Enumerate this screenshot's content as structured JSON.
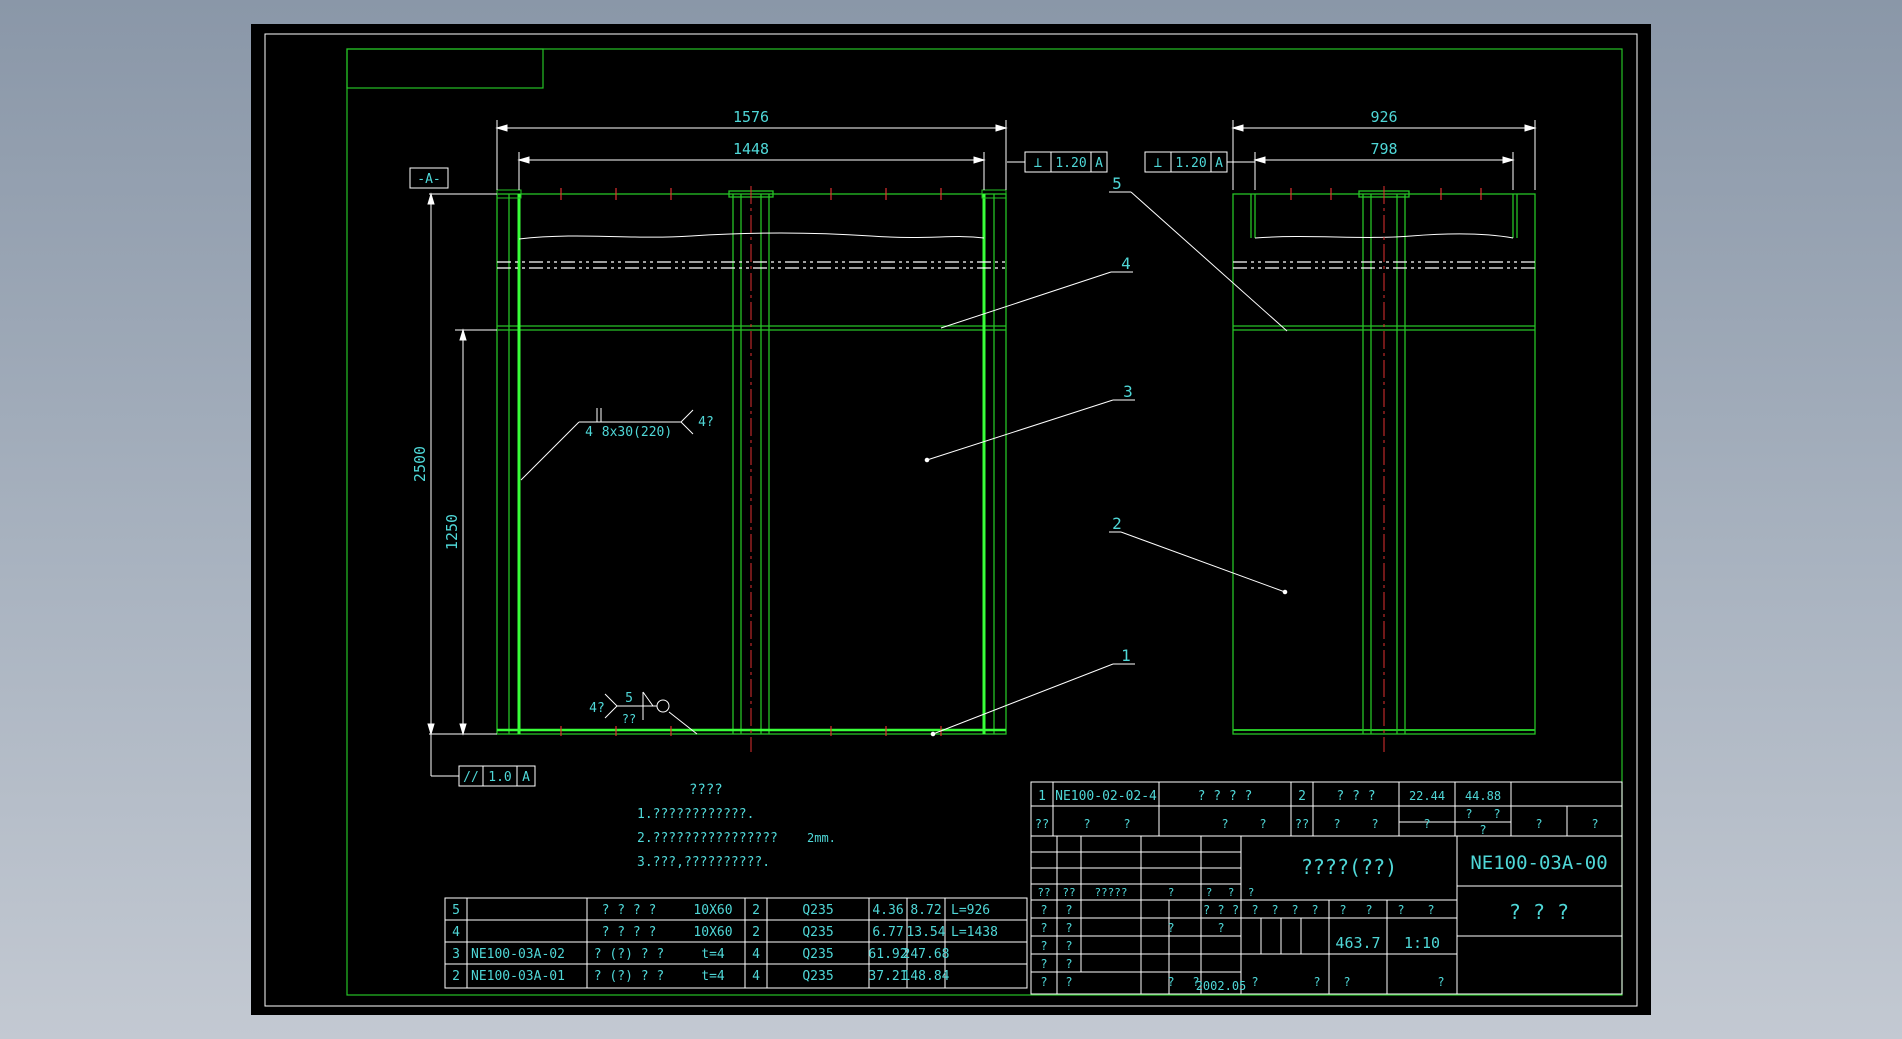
{
  "colors": {
    "outline": "#26c226",
    "bright": "#39ff39",
    "dimension": "#ffffff",
    "text": "#4fd7d7",
    "centerline": "#e03030",
    "background": "#000000"
  },
  "datum_label": "-A-",
  "dimensions": {
    "front_overall": "1576",
    "front_inner": "1448",
    "side_overall": "926",
    "side_inner": "798",
    "height_total": "2500",
    "height_half": "1250"
  },
  "tolerances": {
    "front_perp": {
      "symbol": "⊥",
      "value": "1.20",
      "datum": "A"
    },
    "side_perp": {
      "symbol": "⊥",
      "value": "1.20",
      "datum": "A"
    },
    "parallel": {
      "symbol": "//",
      "value": "1.0",
      "datum": "A"
    }
  },
  "balloons": [
    "1",
    "2",
    "3",
    "4",
    "5"
  ],
  "weld_notes": {
    "fillet": "8x30(220)",
    "fillet_prefix": "4",
    "fillet_suffix": "4?",
    "groove_left": "4?",
    "groove_top": "5",
    "groove_bottom": "??"
  },
  "notes": {
    "title": "????",
    "items": [
      "1.????????????.",
      "2.????????????????",
      "3.???,??????????."
    ],
    "item2_value": "2mm."
  },
  "bom_rows": [
    {
      "no": "5",
      "code": "",
      "name": "? ? ? ?",
      "spec": "10X60",
      "qty": "2",
      "material": "Q235",
      "unit_wt": "4.36",
      "total_wt": "8.72",
      "remark": "L=926"
    },
    {
      "no": "4",
      "code": "",
      "name": "? ? ? ?",
      "spec": "10X60",
      "qty": "2",
      "material": "Q235",
      "unit_wt": "6.77",
      "total_wt": "13.54",
      "remark": "L=1438"
    },
    {
      "no": "3",
      "code": "NE100-03A-02",
      "name": "? (?) ? ?",
      "spec": "t=4",
      "qty": "4",
      "material": "Q235",
      "unit_wt": "61.92",
      "total_wt": "247.68",
      "remark": ""
    },
    {
      "no": "2",
      "code": "NE100-03A-01",
      "name": "? (?) ? ?",
      "spec": "t=4",
      "qty": "4",
      "material": "Q235",
      "unit_wt": "37.21",
      "total_wt": "148.84",
      "remark": ""
    }
  ],
  "title_block": {
    "row1": {
      "no": "1",
      "code": "NE100-02-02-4",
      "name": "? ? ? ?",
      "qty": "2",
      "material": "? ? ?",
      "unit_wt": "22.44",
      "total_wt": "44.88"
    },
    "hdr": [
      "??",
      "?",
      "?",
      "?",
      "?",
      "??",
      "?",
      "?",
      "?",
      "?",
      "?",
      "?",
      "?",
      "?"
    ],
    "company": "????(??)",
    "drawing_no": "NE100-03A-00",
    "drawing_name": "? ? ?",
    "weight": "463.7",
    "scale": "1:10",
    "date": "2002.05",
    "sig_row1": [
      "??",
      "??",
      "?????",
      "?",
      "?",
      "?",
      "?"
    ],
    "stage_labels": [
      "?",
      "?",
      "?",
      "?",
      "?",
      "?",
      "?",
      "?"
    ],
    "left_cells": [
      "?",
      "?",
      "? ? ?",
      "?",
      "?",
      "?",
      "?",
      "?",
      "?",
      "?",
      "?",
      "?",
      "?",
      "?",
      "?"
    ],
    "bottom_cells": [
      "?",
      "?",
      "?",
      "?"
    ]
  }
}
